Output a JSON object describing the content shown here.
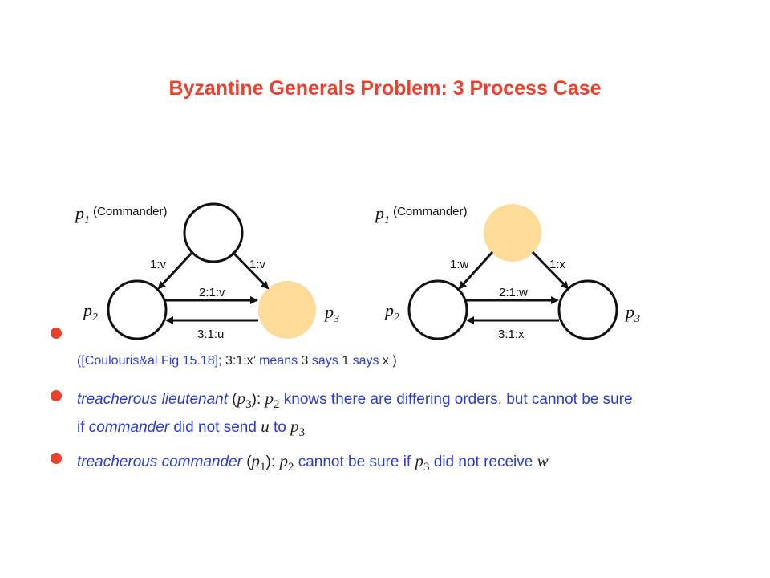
{
  "title": "Byzantine Generals Problem: 3 Process Case",
  "diagrams": [
    {
      "commander_label": "(Commander)",
      "p1": "p",
      "p1_sub": "1",
      "p2": "p",
      "p2_sub": "2",
      "p3": "p",
      "p3_sub": "3",
      "edge_p1_p2": "1:v",
      "edge_p1_p3": "1:v",
      "edge_p2_p3": "2:1:v",
      "edge_p3_p2": "3:1:u",
      "faulty": "p3"
    },
    {
      "commander_label": "(Commander)",
      "p1": "p",
      "p1_sub": "1",
      "p2": "p",
      "p2_sub": "2",
      "p3": "p",
      "p3_sub": "3",
      "edge_p1_p2": "1:w",
      "edge_p1_p3": "1:x",
      "edge_p2_p3": "2:1:w",
      "edge_p3_p2": "3:1:x",
      "faulty": "p1"
    }
  ],
  "colors": {
    "title": "#e8412c",
    "bullet": "#e8412c",
    "text": "#2b3bd6",
    "faulty_fill": "#fddc9a"
  },
  "citation": {
    "open": "([Coulouris&al ",
    "fig": "Fig 15.18]; ",
    "quote": "3:1:x’ ",
    "means": "means ",
    "n3": "3 ",
    "says1": "says ",
    "n1": "1 ",
    "says2": "says ",
    "x": "x )"
  },
  "bullet1": {
    "lead": "treacherous lieutenant",
    "open_paren": " (",
    "var": "p",
    "var_sub": "3",
    "close": "): ",
    "subj": "p",
    "subj_sub": "2",
    "text": " knows there are differing orders, but cannot be sure",
    "line2_a": "if ",
    "line2_cmd": "commander",
    "line2_b": " did not send ",
    "line2_u": "u",
    "line2_c": " to ",
    "line2_p": "p",
    "line2_p_sub": "3"
  },
  "bullet2": {
    "lead": "treacherous commander",
    "open_paren": " (",
    "var": "p",
    "var_sub": "1",
    "close": "): ",
    "subj": "p",
    "subj_sub": "2",
    "text": " cannot be sure if ",
    "p3": "p",
    "p3_sub": "3",
    "text2": " did not receive ",
    "w": "w"
  }
}
